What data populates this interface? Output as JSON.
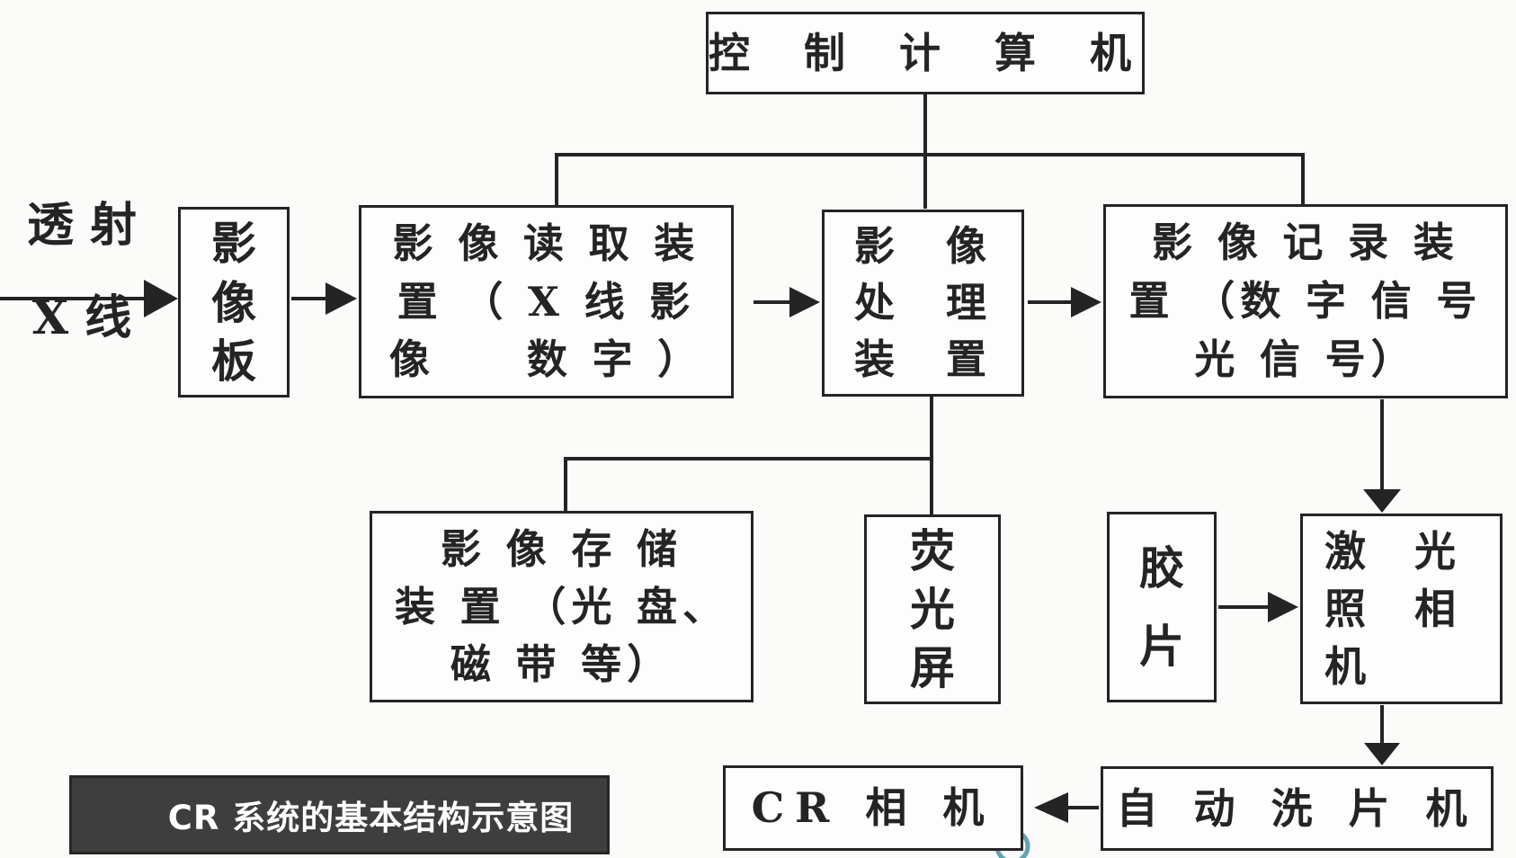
{
  "diagram": {
    "kind": "flowchart",
    "caption": "CR 系统的基本结构示意图",
    "input_label": {
      "line1": "透 射",
      "line2": "X 线"
    },
    "nodes": {
      "control_computer": {
        "label": "控 制 计 算 机"
      },
      "image_plate": {
        "lines": [
          "影",
          "像",
          "板"
        ]
      },
      "image_reader": {
        "lines": [
          "影 像 读 取 装",
          "置 （ X 线 影",
          "像　　数 字 ）"
        ]
      },
      "image_processor": {
        "lines": [
          "影　像",
          "处　理",
          "装　置"
        ]
      },
      "image_recorder": {
        "lines": [
          "影 像 记 录 装",
          "置 （数 字 信 号",
          "光 信 号）"
        ]
      },
      "image_storage": {
        "lines": [
          "影 像 存 储",
          "装 置 （光 盘、",
          "磁 带 等）"
        ]
      },
      "fluorescent_screen": {
        "lines": [
          "荧",
          "光",
          "屏"
        ]
      },
      "film": {
        "lines": [
          "胶",
          "片"
        ]
      },
      "laser_camera": {
        "lines": [
          "激　光",
          "照　相",
          "机"
        ]
      },
      "auto_film_processor": {
        "label": "自 动 洗 片 机"
      },
      "cr_camera": {
        "label": "CR 相 机"
      }
    },
    "edges": [
      "透射X线 → 影像板",
      "影像板 → 影像读取装置",
      "影像读取装置 → 影像处理装置",
      "影像处理装置 → 影像记录装置",
      "控制计算机 — 影像读取装置",
      "控制计算机 — 影像处理装置",
      "控制计算机 — 影像记录装置",
      "影像处理装置 — 影像存储装置",
      "影像处理装置 — 荧光屏",
      "影像记录装置 → 激光照相机",
      "胶片 → 激光照相机",
      "激光照相机 → 自动洗片机",
      "自动洗片机 → CR 相机"
    ]
  },
  "colors": {
    "line": "#242424",
    "title_bg": "#3e3e3e",
    "title_text": "#ffffff",
    "annotation_circle": "#5fa3b5",
    "background": "#fbfbfa"
  }
}
